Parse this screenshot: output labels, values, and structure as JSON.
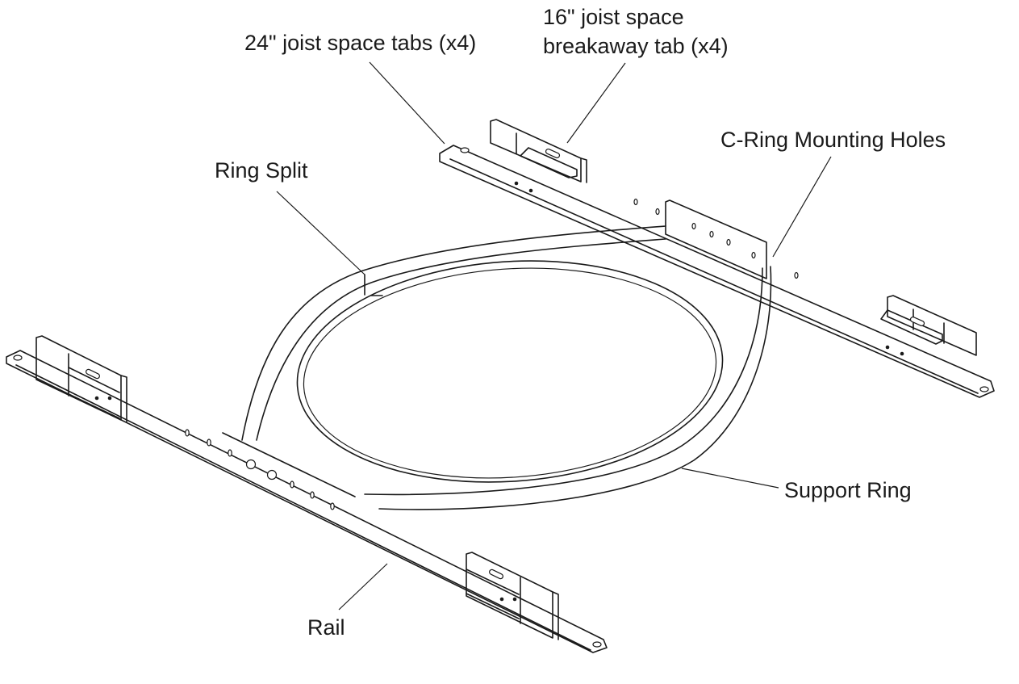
{
  "labels": {
    "joist24": "24\" joist space tabs (x4)",
    "joist16_line1": "16\" joist space",
    "joist16_line2": "breakaway tab (x4)",
    "ring_split": "Ring Split",
    "c_ring": "C-Ring Mounting Holes",
    "support_ring": "Support Ring",
    "rail": "Rail"
  },
  "colors": {
    "line": "#1a1a1a",
    "background": "#ffffff"
  }
}
